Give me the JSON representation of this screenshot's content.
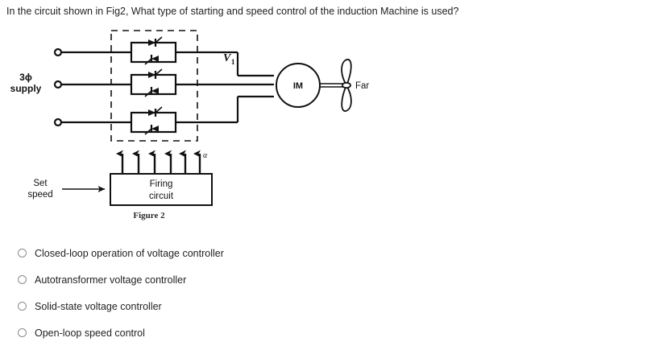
{
  "question": {
    "text": "In the circuit shown in Fig2, What type of starting and speed control of the induction Machine is used?"
  },
  "figure": {
    "caption": "Figure 2",
    "supply_label_line1": "3ϕ",
    "supply_label_line2": "supply",
    "voltage_label": "V",
    "voltage_label_sub": "1",
    "motor_label": "IM",
    "load_label": "Far",
    "firing_block_line1": "Firing",
    "firing_block_line2": "circuit",
    "set_speed_line1": "Set",
    "set_speed_line2": "speed",
    "firing_angle_label": "α",
    "phase_count": 3,
    "gate_arrow_count": 6,
    "colors": {
      "ink": "#111111",
      "paper": "#ffffff"
    }
  },
  "options": [
    {
      "label": "Closed-loop operation of voltage controller",
      "selected": false
    },
    {
      "label": "Autotransformer voltage controller",
      "selected": false
    },
    {
      "label": "Solid-state voltage controller",
      "selected": false
    },
    {
      "label": "Open-loop speed control",
      "selected": false
    }
  ]
}
